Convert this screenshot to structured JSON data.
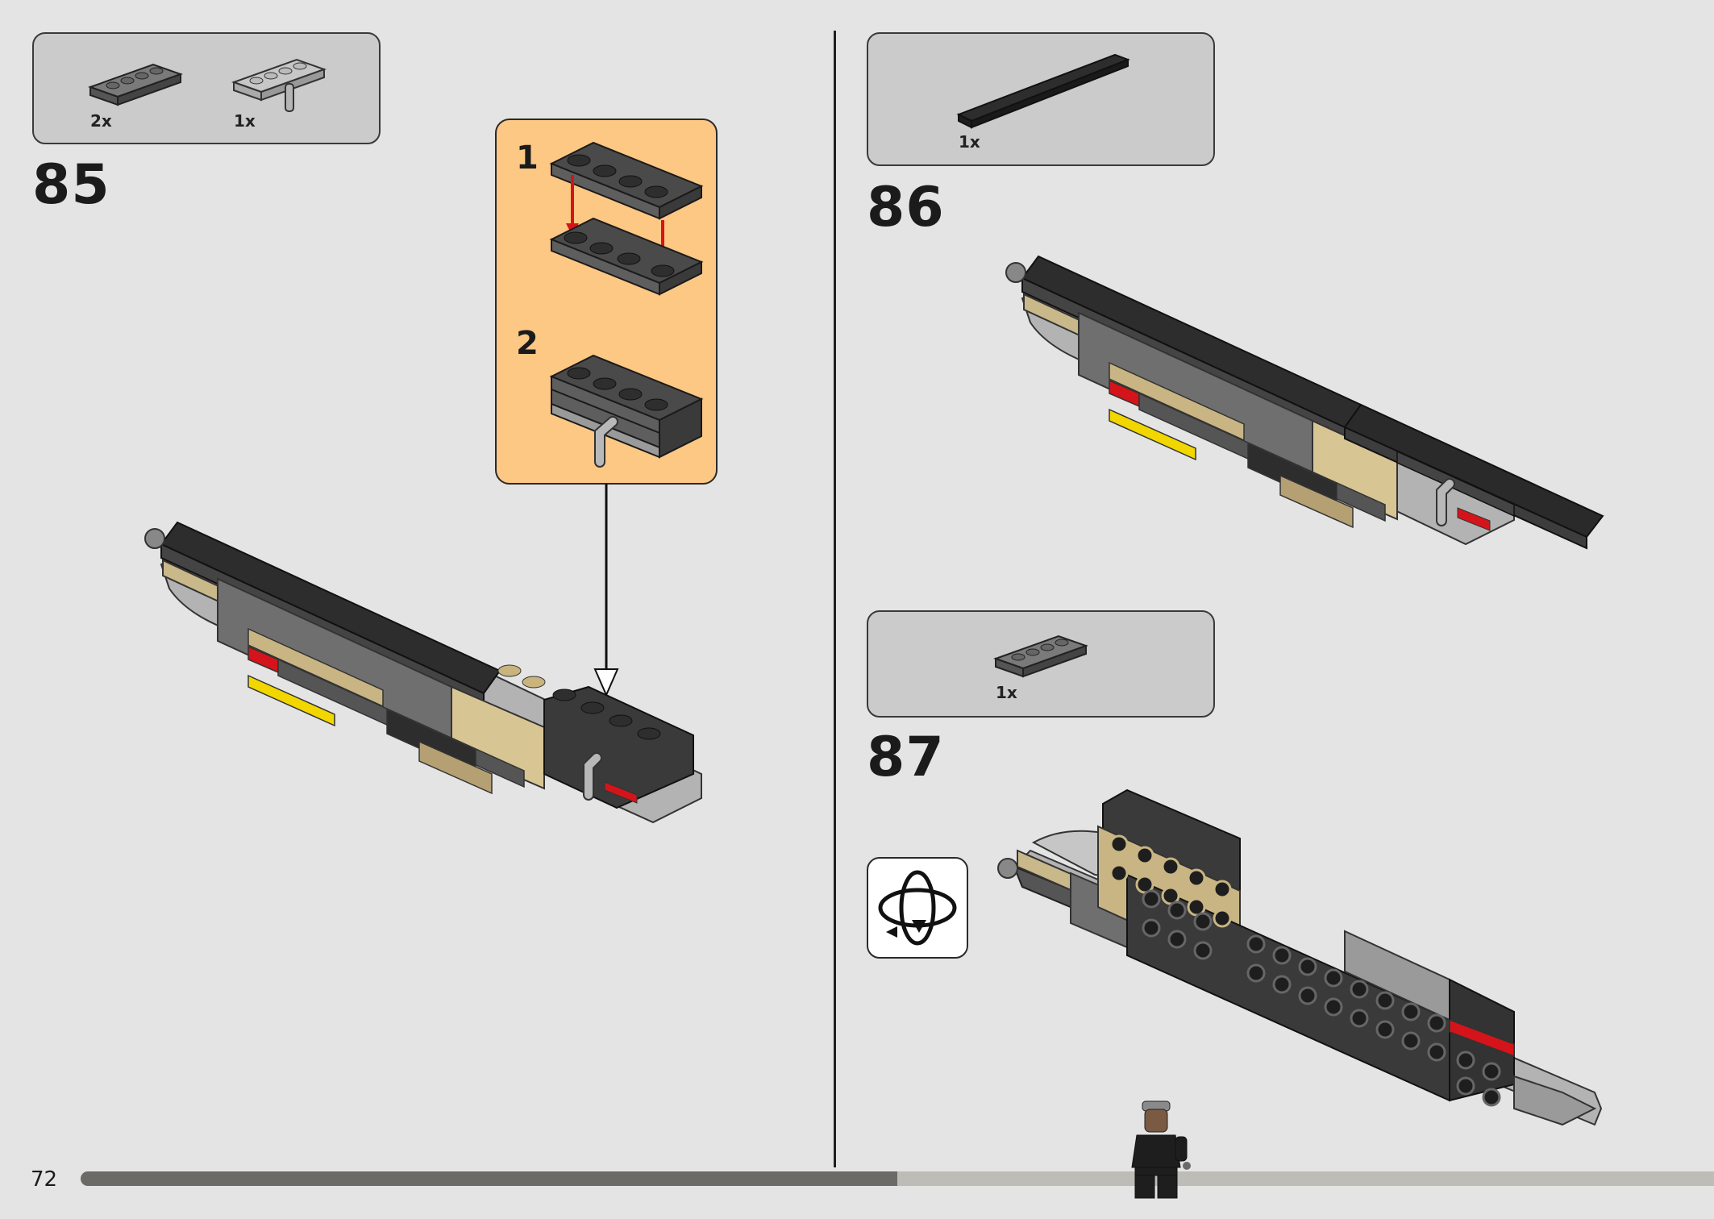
{
  "page": {
    "number": "72",
    "progress_fraction": 0.5
  },
  "steps": [
    {
      "number": "85",
      "parts": [
        {
          "qty": "2x"
        },
        {
          "qty": "1x"
        }
      ],
      "callout": {
        "sub_steps": [
          "1",
          "2"
        ]
      }
    },
    {
      "number": "86",
      "parts": [
        {
          "qty": "1x"
        }
      ]
    },
    {
      "number": "87",
      "parts": [
        {
          "qty": "1x"
        }
      ],
      "rotate_icon": "rotate-model-icon"
    }
  ],
  "colors": {
    "background": "#e4e4e4",
    "parts_box": "#cbcbcb",
    "callout": "#fdc784",
    "dark_bluish_gray": "#6e6e6e",
    "black": "#2b2b2b",
    "tan": "#d8c594",
    "red": "#d4141a",
    "yellow": "#f2d600"
  }
}
